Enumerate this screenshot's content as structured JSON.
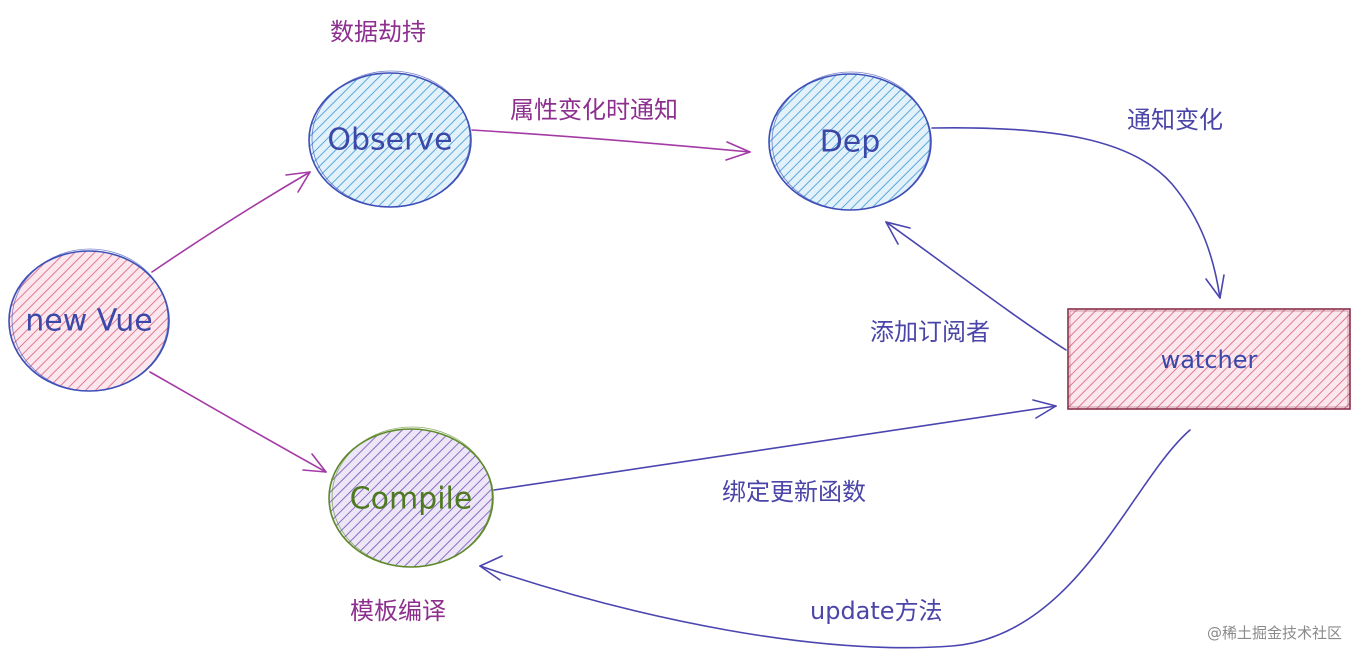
{
  "nodes": {
    "new_vue": "new Vue",
    "observe": "Observe",
    "dep": "Dep",
    "compile": "Compile",
    "watcher": "watcher"
  },
  "labels": {
    "observe_note": "数据劫持",
    "observe_to_dep": "属性变化时通知",
    "dep_to_watcher": "通知变化",
    "watcher_to_dep": "添加订阅者",
    "compile_to_watcher": "绑定更新函数",
    "compile_note": "模板编译",
    "watcher_to_compile": "update方法"
  },
  "watermark": "@稀土掘金技术社区",
  "colors": {
    "pink_fill": "#e07a94",
    "blue_fill": "#5aa9dc",
    "purple_fill": "#8a6cc4",
    "node_stroke": "#3d4fb8",
    "compile_stroke": "#5e8a2a",
    "compile_text": "#4e7a1e",
    "node_text": "#3b48a8",
    "arrow_magenta": "#a43aa6",
    "arrow_blue": "#4a45b0",
    "label_magenta": "#8d2f8f",
    "label_blue": "#4b45a8"
  }
}
